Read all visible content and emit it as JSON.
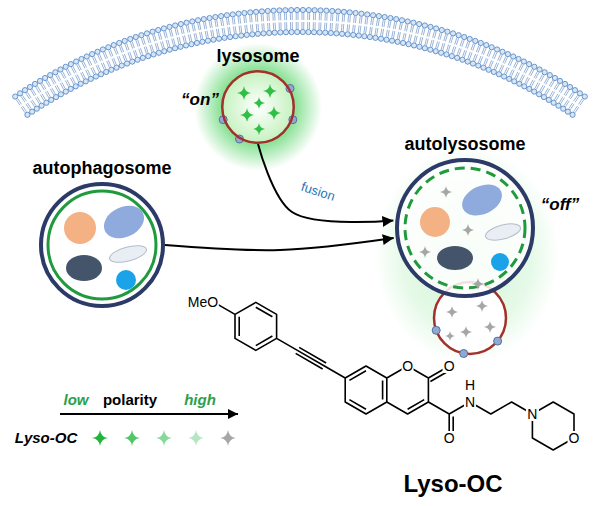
{
  "diagram": {
    "nodes": [
      {
        "text": [
          "lysosome"
        ]
      },
      {
        "text": [
          "autophagosome"
        ]
      },
      {
        "text": [
          "autolysosome"
        ]
      }
    ],
    "edges": [
      {
        "from": 0,
        "to": 2,
        "arrow": "to",
        "label": "fusion"
      },
      {
        "from": 1,
        "to": 2,
        "arrow": "to"
      }
    ],
    "labels": [
      "“on”",
      "“off”",
      "MeO",
      "O",
      "O",
      "H",
      "N",
      "O",
      "N",
      "O",
      "low",
      "polarity",
      "high",
      "Lyso-OC",
      "Lyso-OC"
    ]
  }
}
